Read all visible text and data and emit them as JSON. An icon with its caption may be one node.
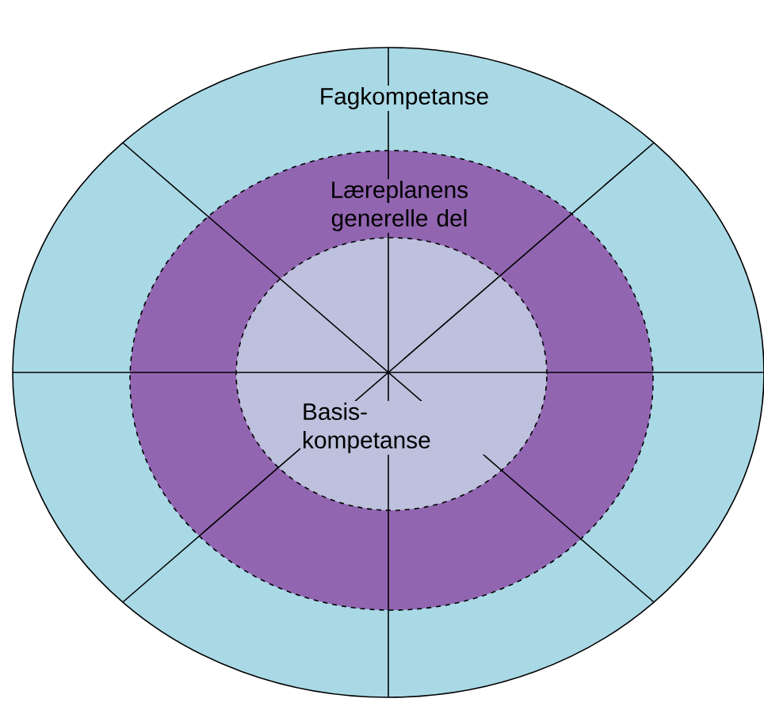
{
  "diagram": {
    "nodes": [
      {
        "text": [
          "Fagkompetanse"
        ]
      },
      {
        "text": [
          "Læreplanens generelle del"
        ],
        "in": 0
      },
      {
        "text": [
          "Basis- kompetanse"
        ],
        "in": 1
      }
    ]
  }
}
